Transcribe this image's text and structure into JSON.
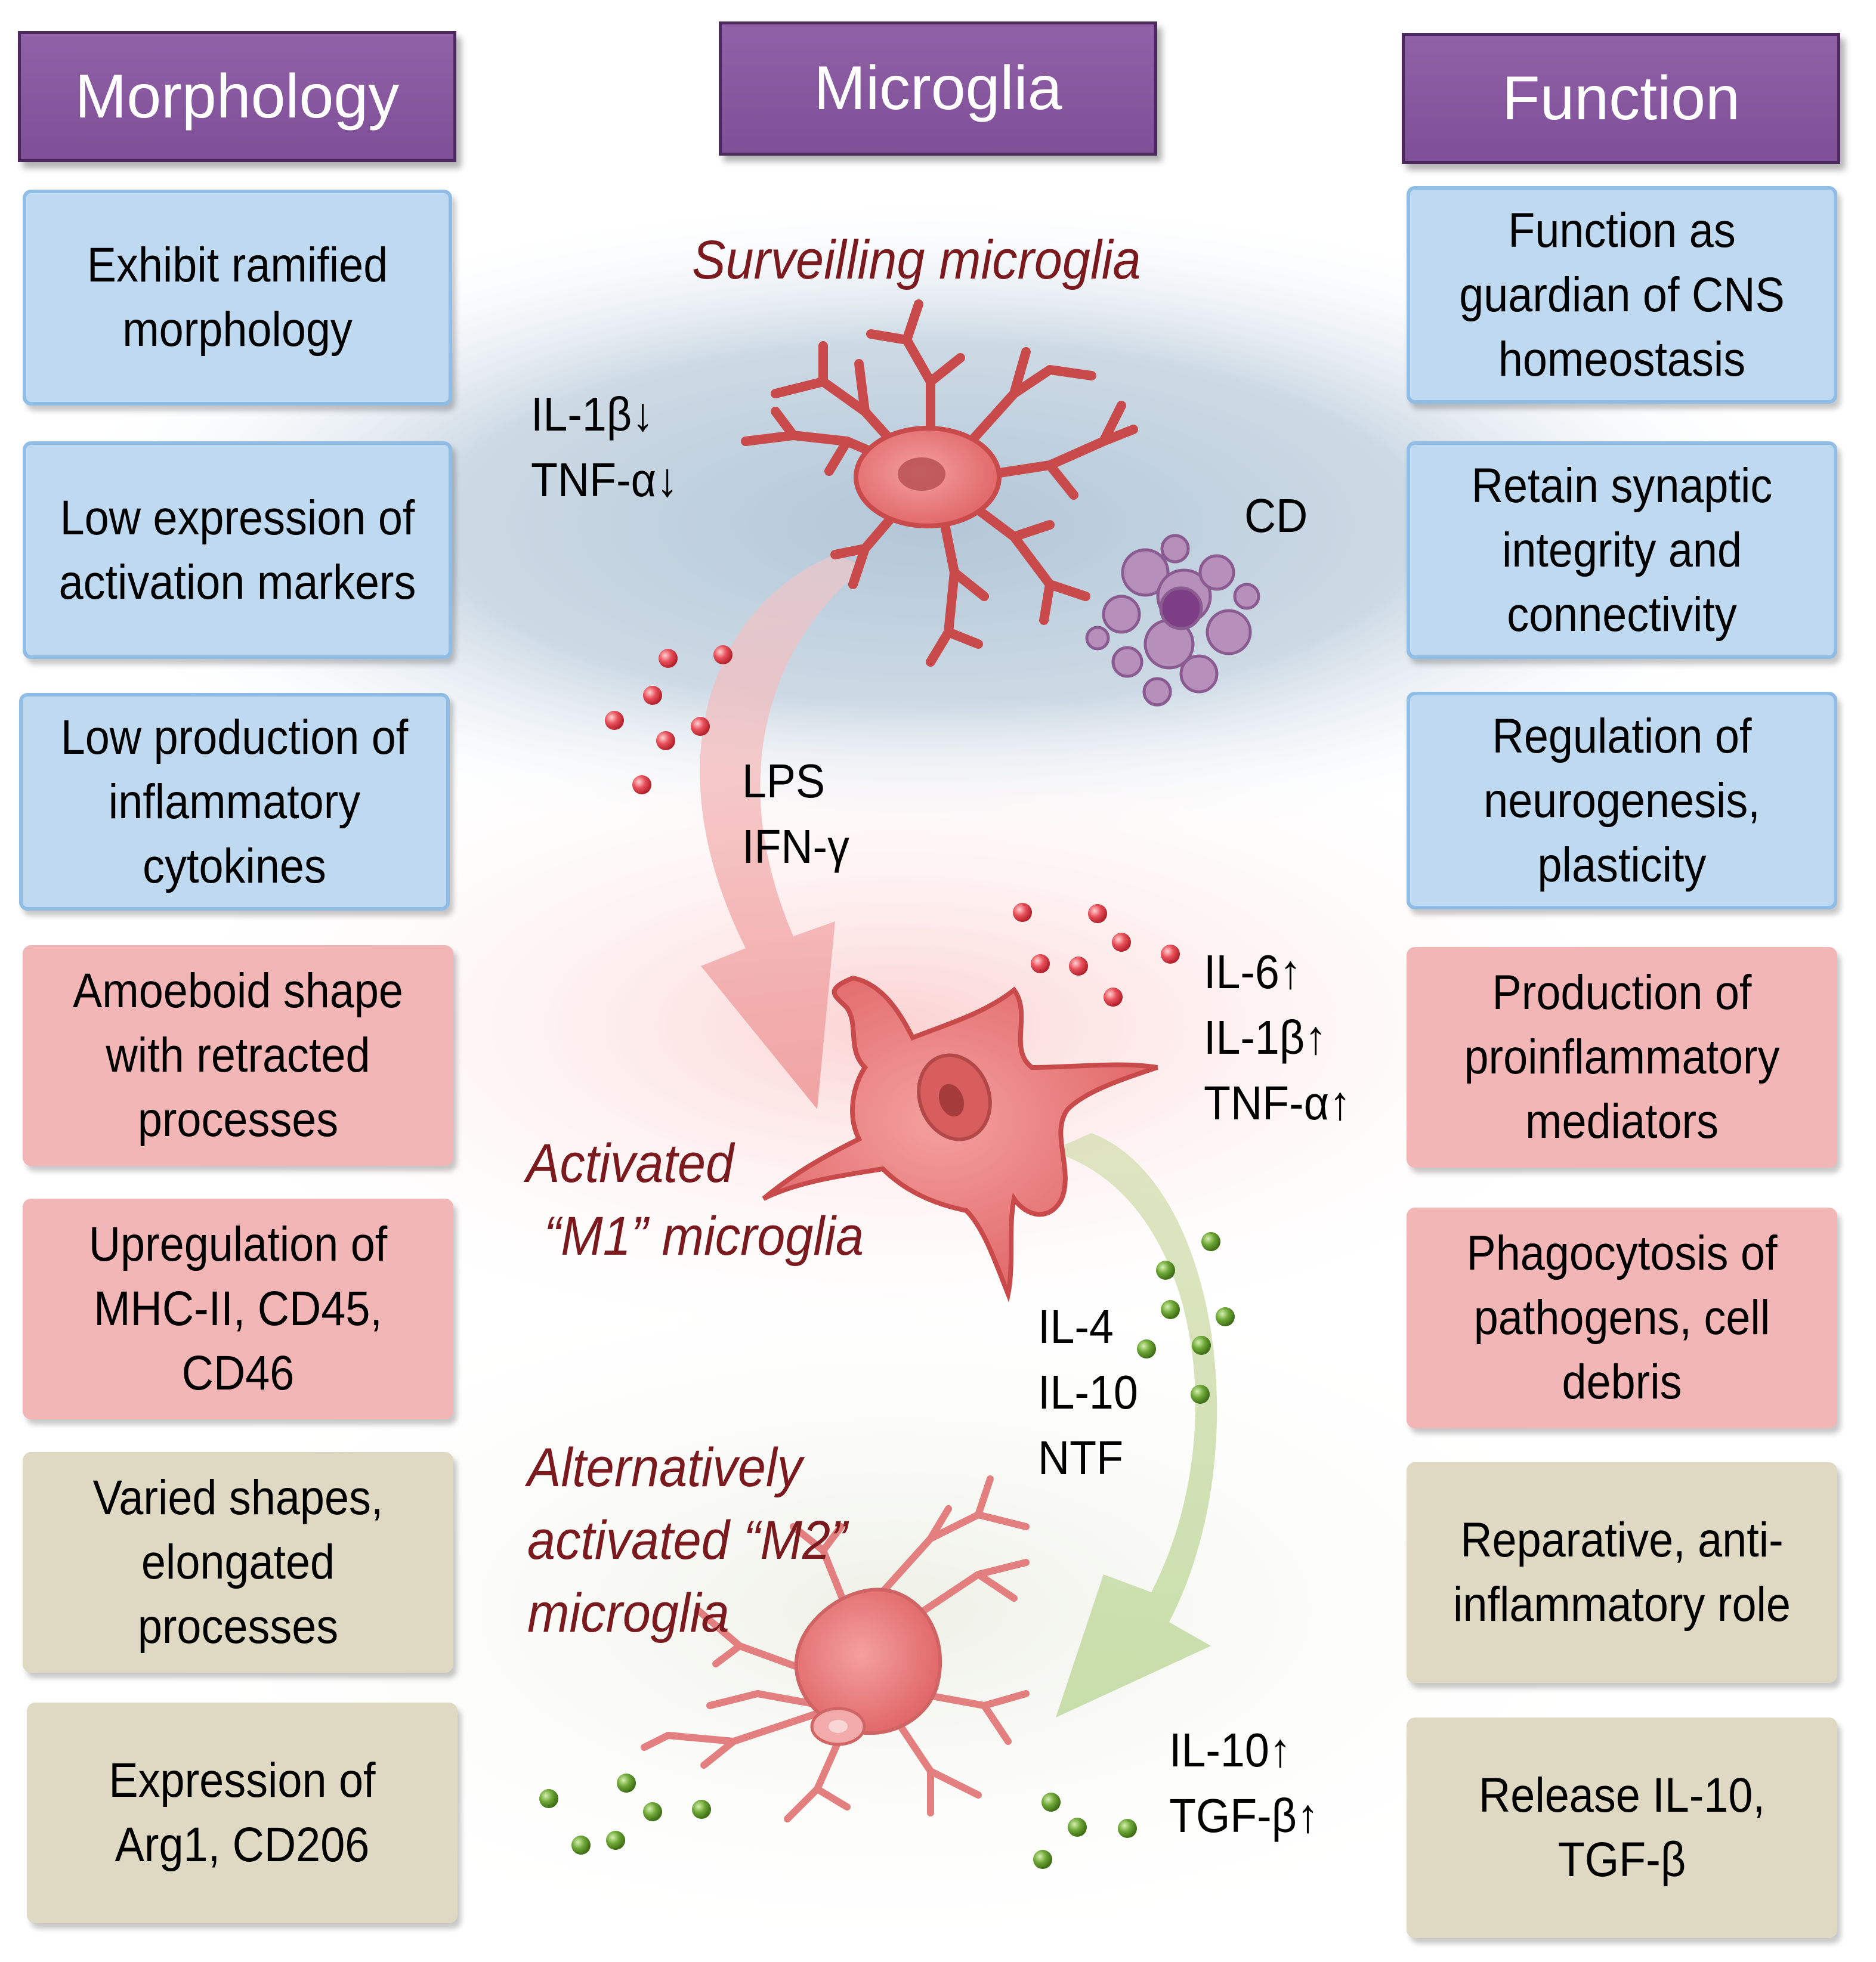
{
  "headers": {
    "morphology": "Morphology",
    "microglia": "Microglia",
    "function": "Function"
  },
  "morphology_boxes": [
    "Exhibit ramified morphology",
    "Low expression of activation markers",
    "Low production of inflammatory cytokines",
    "Amoeboid shape with retracted processes",
    "Upregulation of MHC-II, CD45, CD46",
    "Varied shapes, elongated processes",
    "Expression of Arg1, CD206"
  ],
  "function_boxes": [
    "Function as guardian of CNS homeostasis",
    "Retain synaptic integrity and connectivity",
    "Regulation of neurogenesis, plasticity",
    "Production of proinflammatory mediators",
    "Phagocytosis of pathogens, cell debris",
    "Reparative, anti-inflammatory role",
    "Release IL-10, TGF-β"
  ],
  "states": {
    "surveilling": "Surveilling microglia",
    "m1_line1": "Activated",
    "m1_line2": "“M1” microglia",
    "m2_line1": "Alternatively",
    "m2_line2": "activated “M2”",
    "m2_line3": "microglia"
  },
  "labels": {
    "surveilling_cytokines": [
      "IL-1β↓",
      "TNF-α↓"
    ],
    "cd": "CD",
    "m1_stimuli": [
      "LPS",
      "IFN-γ"
    ],
    "m1_cytokines": [
      "IL-6↑",
      "IL-1β↑",
      "TNF-α↑"
    ],
    "m2_stimuli": [
      "IL-4",
      "IL-10",
      "NTF"
    ],
    "m2_cytokines": [
      "IL-10↑",
      "TGF-β↑"
    ]
  },
  "colors": {
    "header_purple": "#8a5aa2",
    "box_blue": "#bfd9f1",
    "box_red": "#f3b6b7",
    "box_tan": "#dfd9c3",
    "state_title": "#7b1a1e",
    "cell_red": "#e96f6f",
    "particle_red": "#e0414a",
    "particle_green": "#6ba234"
  },
  "icons": {
    "surveilling_cell": "ramified-microglia-icon",
    "m1_cell": "amoeboid-microglia-icon",
    "m2_cell": "m2-microglia-icon",
    "cell_debris": "cell-debris-icon"
  }
}
